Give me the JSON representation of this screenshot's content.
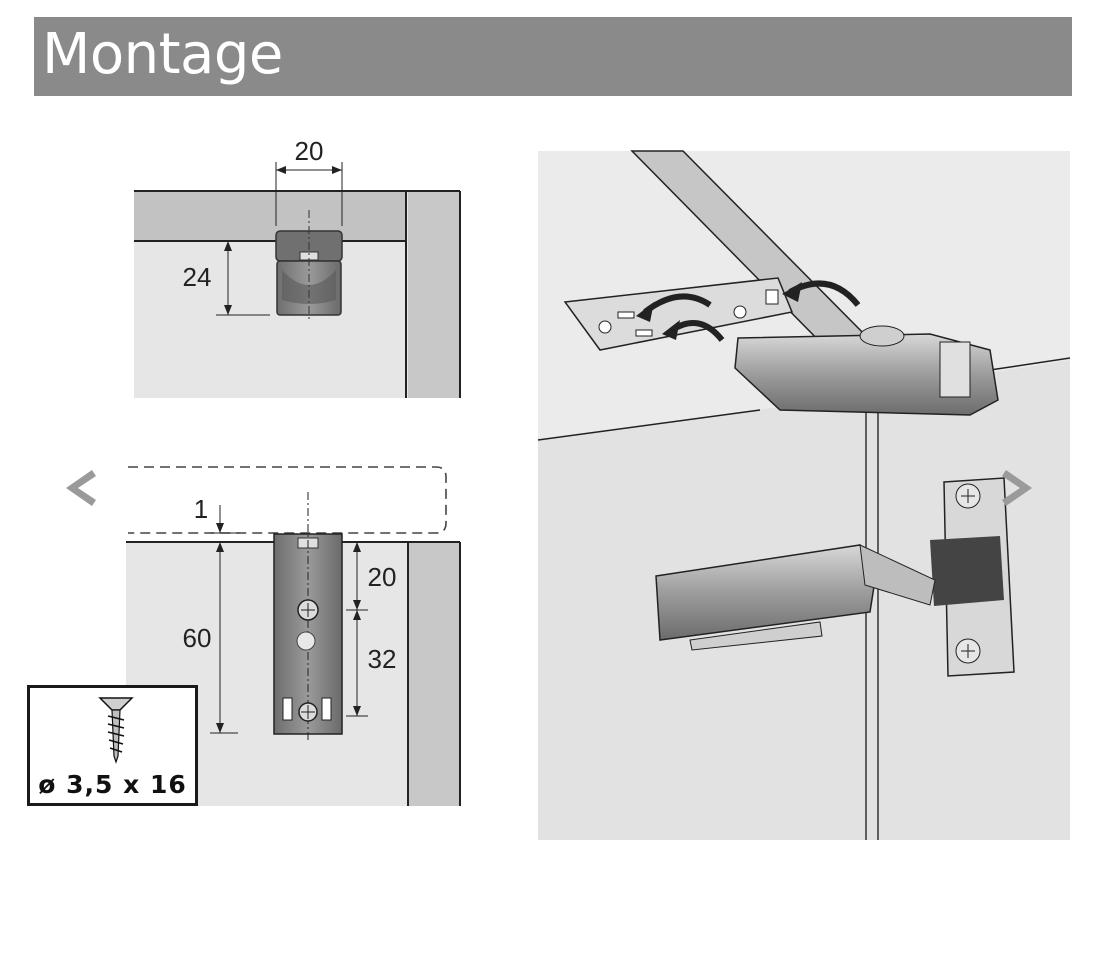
{
  "header": {
    "title": "Montage"
  },
  "top_diagram": {
    "width_dim": "20",
    "height_dim": "24"
  },
  "bottom_diagram": {
    "gap_dim": "1",
    "total_dim": "60",
    "upper_dim": "20",
    "spacing_dim": "32"
  },
  "screw": {
    "label": "ø 3,5 x 16"
  },
  "navigation": {
    "prev_icon": "chevron-left-icon",
    "next_icon": "chevron-right-icon"
  },
  "colors": {
    "header_bg": "#8a8a8a",
    "panel_bg": "#e5e5e5",
    "part_gray": "#7a7a7a"
  }
}
